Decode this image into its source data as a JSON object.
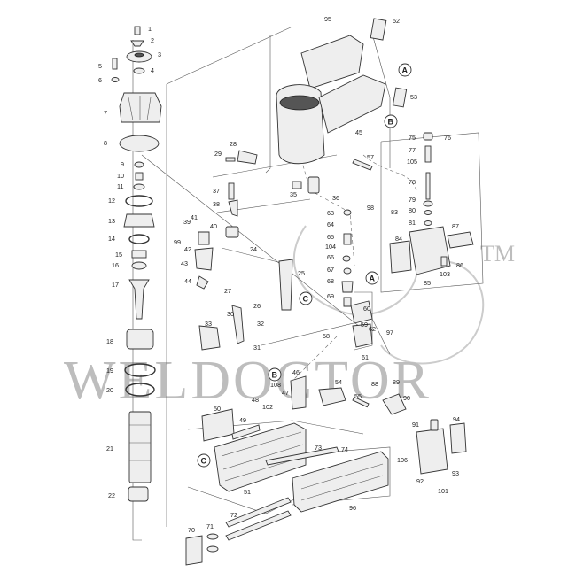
{
  "watermark": {
    "text": "WELDOCTOR",
    "tm": "TM"
  },
  "callouts": [
    "A",
    "B",
    "C"
  ],
  "part_numbers": {
    "p1": "1",
    "p2": "2",
    "p3": "3",
    "p4": "4",
    "p5": "5",
    "p6": "6",
    "p7": "7",
    "p8": "8",
    "p9": "9",
    "p10": "10",
    "p11": "11",
    "p12": "12",
    "p13": "13",
    "p14": "14",
    "p15": "15",
    "p16": "16",
    "p17": "17",
    "p18": "18",
    "p19": "19",
    "p20": "20",
    "p21": "21",
    "p22": "22",
    "p24": "24",
    "p25": "25",
    "p26": "26",
    "p27": "27",
    "p28": "28",
    "p29": "29",
    "p30": "30",
    "p31": "31",
    "p32": "32",
    "p33": "33",
    "p35": "35",
    "p36": "36",
    "p37": "37",
    "p38": "38",
    "p39": "39",
    "p40": "40",
    "p41": "41",
    "p42": "42",
    "p43": "43",
    "p44": "44",
    "p45": "45",
    "p46": "46",
    "p47": "47",
    "p48": "48",
    "p49": "49",
    "p50": "50",
    "p51": "51",
    "p52": "52",
    "p53": "53",
    "p54": "54",
    "p55": "55",
    "p57": "57",
    "p58": "58",
    "p59": "59",
    "p60": "60",
    "p61": "61",
    "p62": "62",
    "p63": "63",
    "p64": "64",
    "p65": "65",
    "p66": "66",
    "p67": "67",
    "p68": "68",
    "p69": "69",
    "p70": "70",
    "p71": "71",
    "p72": "72",
    "p73": "73",
    "p74": "74",
    "p75": "75",
    "p76": "76",
    "p77": "77",
    "p78": "78",
    "p79": "79",
    "p80": "80",
    "p81": "81",
    "p83": "83",
    "p84": "84",
    "p85": "85",
    "p86": "86",
    "p87": "87",
    "p88": "88",
    "p89": "89",
    "p90": "90",
    "p91": "91",
    "p92": "92",
    "p93": "93",
    "p94": "94",
    "p95": "95",
    "p96": "96",
    "p97": "97",
    "p98": "98",
    "p99": "99",
    "p101": "101",
    "p102": "102",
    "p103": "103",
    "p104": "104",
    "p105": "105",
    "p106": "106",
    "p108": "108"
  }
}
